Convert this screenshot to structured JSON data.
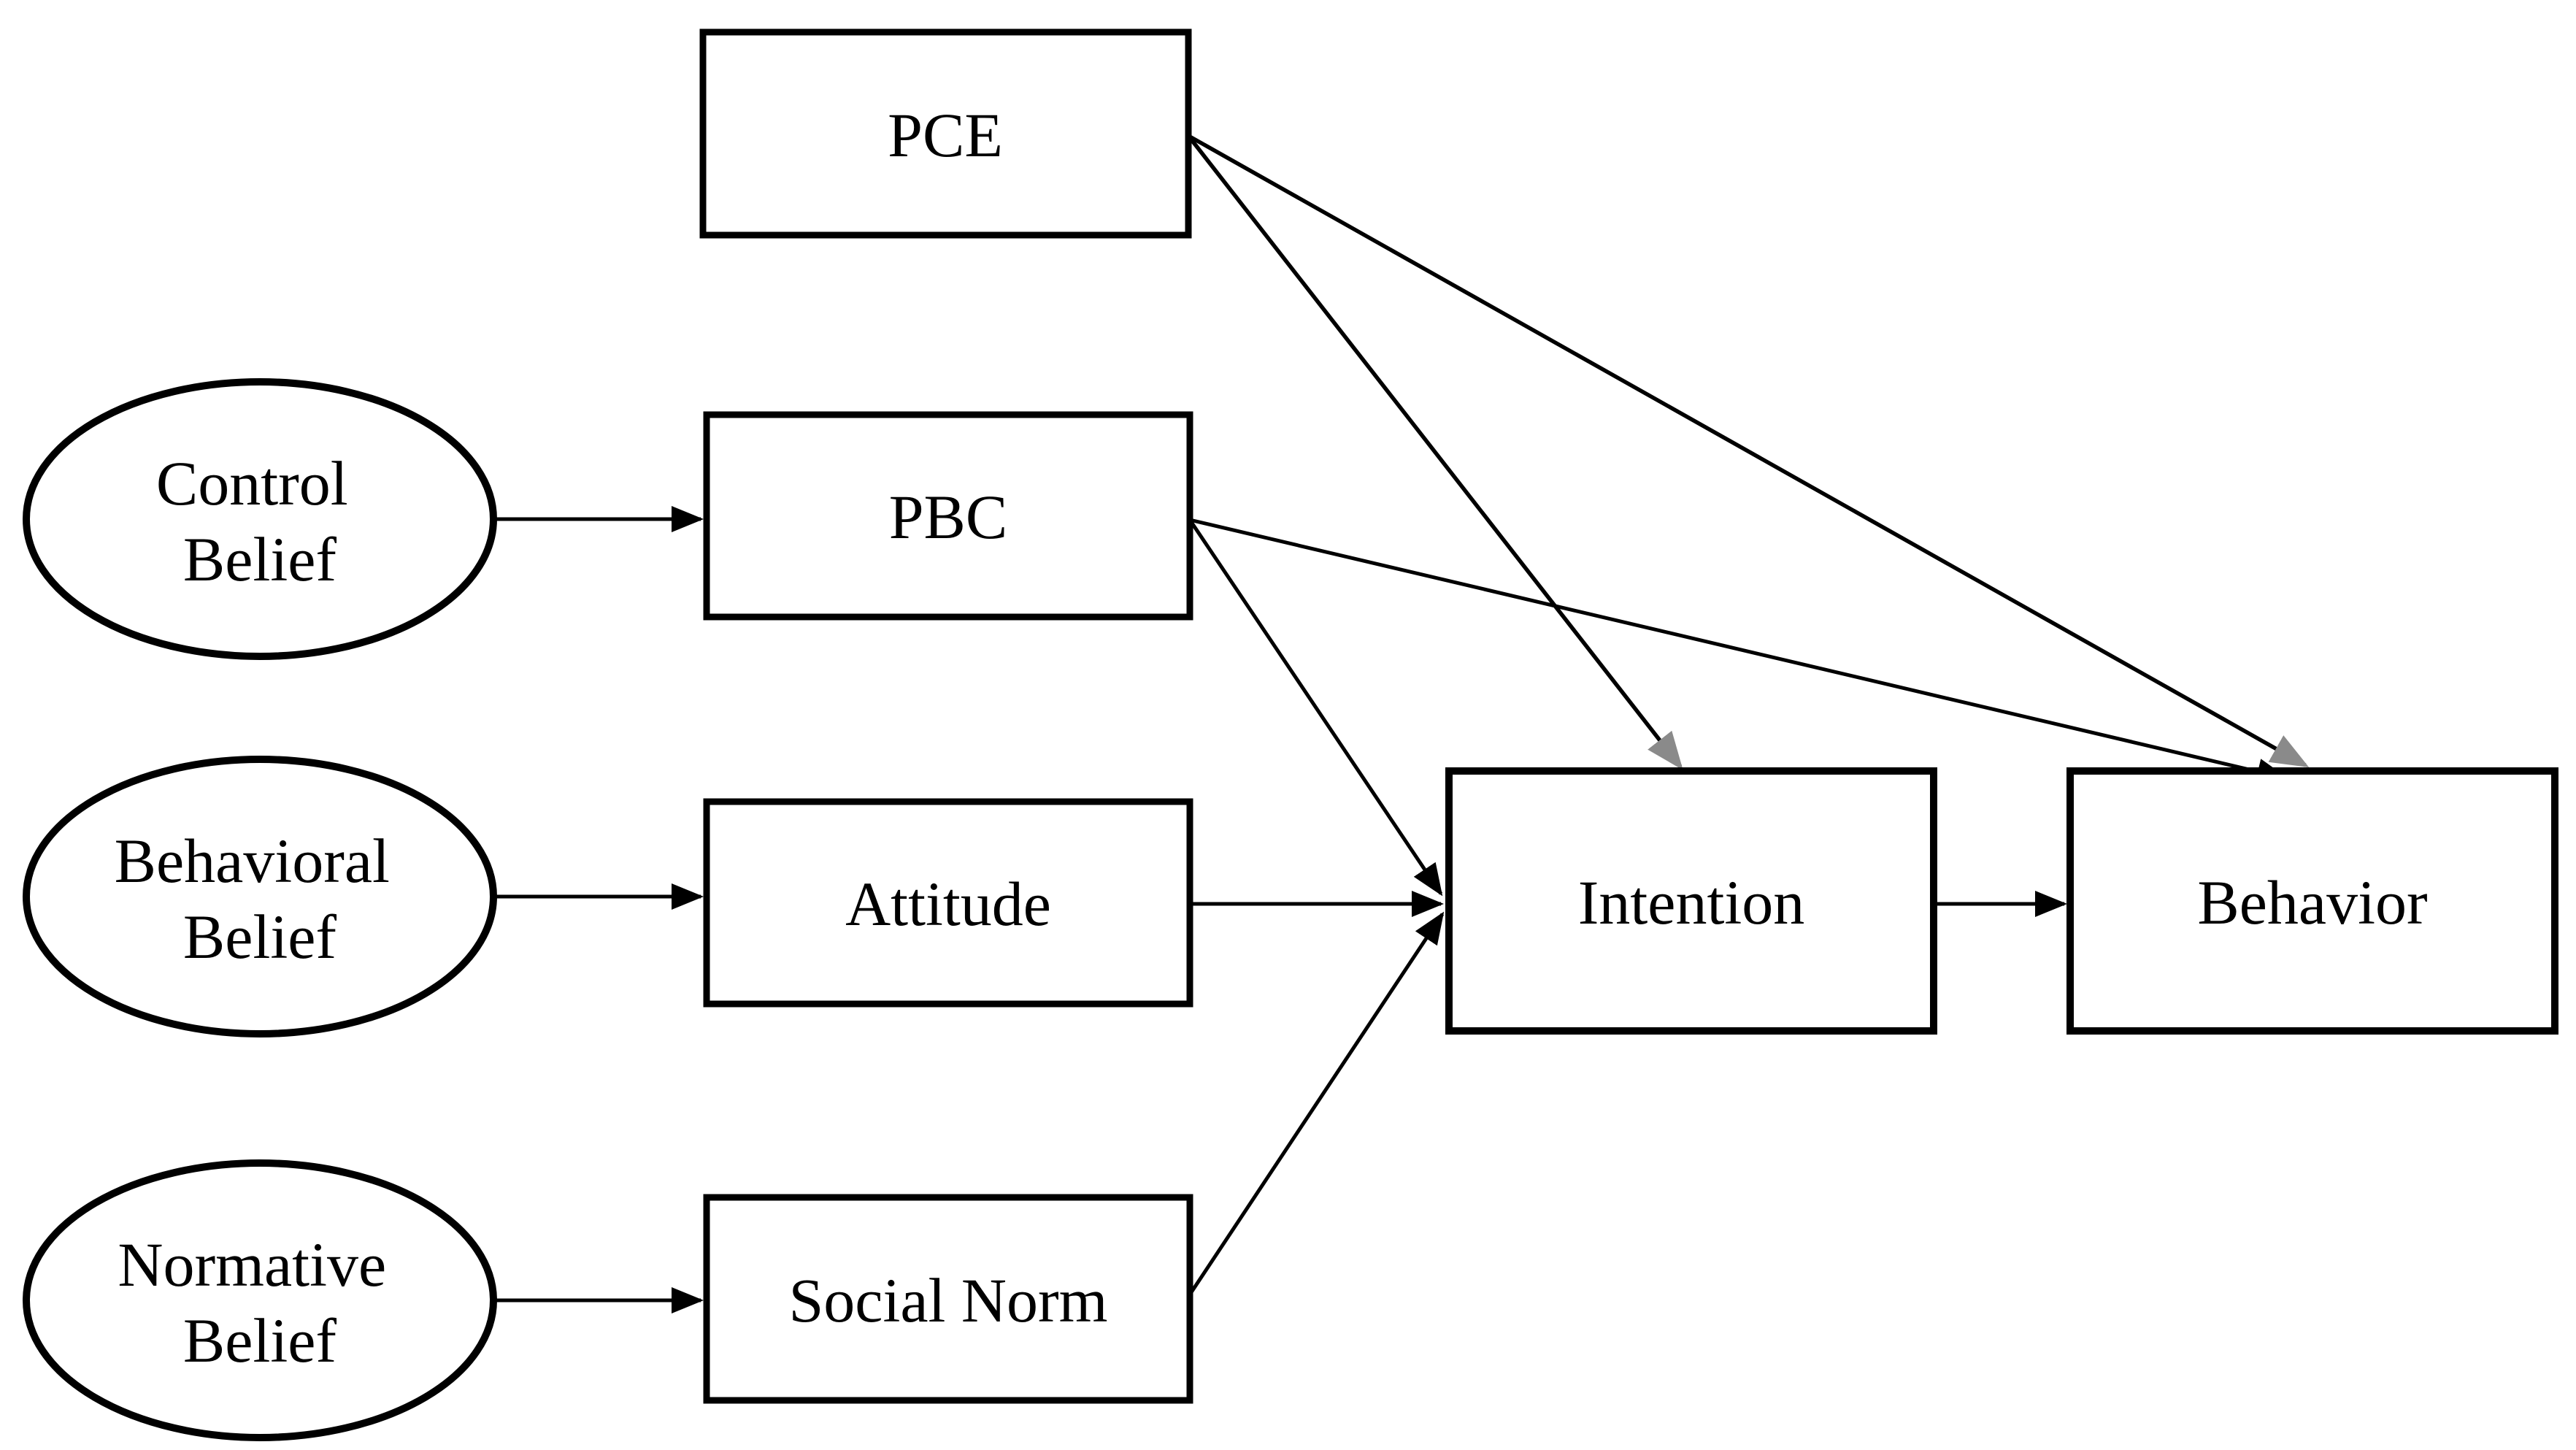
{
  "figure": {
    "type": "path-diagram",
    "background": "#ffffff",
    "colors": {
      "black": "#000000",
      "gray": "#8a8a8a",
      "node_fill": "#ffffff",
      "text": "#000000"
    },
    "nodes": {
      "pce": {
        "label": "PCE",
        "shape": "rect",
        "border_color": "gray"
      },
      "pbc": {
        "label": "PBC",
        "shape": "rect",
        "border_color": "black"
      },
      "attitude": {
        "label": "Attitude",
        "shape": "rect",
        "border_color": "black"
      },
      "social_norm": {
        "label": "Social Norm",
        "shape": "rect",
        "border_color": "black"
      },
      "intention": {
        "label": "Intention",
        "shape": "rect",
        "border_color": "black"
      },
      "behavior": {
        "label": "Behavior",
        "shape": "rect",
        "border_color": "black"
      },
      "control_belief": {
        "label": "Control Belief",
        "lines": [
          "Control",
          "Belief"
        ],
        "shape": "ellipse",
        "border_color": "black"
      },
      "behavioral_belief": {
        "label": "Behavioral Belief",
        "lines": [
          "Behavioral",
          "Belief"
        ],
        "shape": "ellipse",
        "border_color": "black"
      },
      "normative_belief": {
        "label": "Normative Belief",
        "lines": [
          "Normative",
          "Belief"
        ],
        "shape": "ellipse",
        "border_color": "black"
      }
    },
    "edges": [
      {
        "from": "control_belief",
        "to": "pbc",
        "color": "black",
        "style": "arrow"
      },
      {
        "from": "behavioral_belief",
        "to": "attitude",
        "color": "black",
        "style": "arrow"
      },
      {
        "from": "normative_belief",
        "to": "social_norm",
        "color": "black",
        "style": "arrow"
      },
      {
        "from": "pbc",
        "to": "intention",
        "color": "black",
        "style": "arrow"
      },
      {
        "from": "pbc",
        "to": "behavior",
        "color": "black",
        "style": "arrow"
      },
      {
        "from": "attitude",
        "to": "intention",
        "color": "black",
        "style": "arrow"
      },
      {
        "from": "social_norm",
        "to": "intention",
        "color": "black",
        "style": "arrow"
      },
      {
        "from": "intention",
        "to": "behavior",
        "color": "black",
        "style": "arrow"
      },
      {
        "from": "pce",
        "to": "intention",
        "color": "gray",
        "style": "arrow"
      },
      {
        "from": "pce",
        "to": "behavior",
        "color": "gray",
        "style": "arrow"
      }
    ]
  }
}
